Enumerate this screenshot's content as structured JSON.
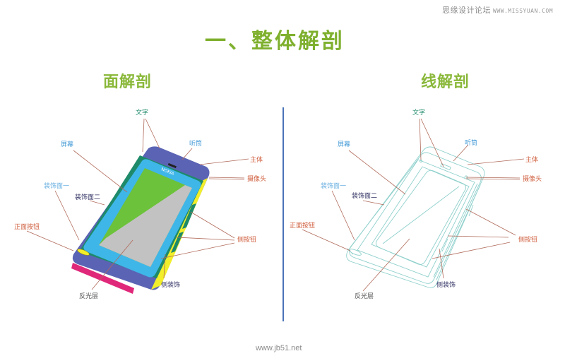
{
  "watermark_top": {
    "site_name": "思缘设计论坛",
    "url": "WWW.MISSYUAN.COM"
  },
  "title": "一、整体解剖",
  "left_panel": {
    "heading": "面解剖",
    "labels": {
      "text": "文字",
      "screen": "屏幕",
      "earpiece": "听筒",
      "body": "主体",
      "camera": "摄像头",
      "deco_one": "装饰面一",
      "deco_two": "装饰面二",
      "front_button": "正面按钮",
      "side_button": "侧按钮",
      "side_deco": "侧装饰",
      "reflective": "反光层"
    },
    "brand_text": "NOKIA"
  },
  "right_panel": {
    "heading": "线解剖",
    "labels": {
      "text": "文字",
      "screen": "屏幕",
      "earpiece": "听筒",
      "body": "主体",
      "camera": "摄像头",
      "deco_one": "装饰面一",
      "deco_two": "装饰面二",
      "front_button": "正面按钮",
      "side_button": "侧按钮",
      "side_deco": "侧装饰",
      "reflective": "反光层"
    }
  },
  "colors": {
    "title_green": "#7fb02e",
    "divider_blue": "#4a72b8",
    "phone_body": "#5b64b4",
    "phone_bezel": "#3fb6e8",
    "phone_frame": "#1e8a6a",
    "screen_green": "#6cc23a",
    "screen_gray": "#c2c2c2",
    "side_yellow": "#f2ee2a",
    "bottom_pink": "#e0287a",
    "line_art": "#8fd0cc",
    "leader_line": "#b06a5a"
  },
  "watermark_bottom": "www.jb51.net"
}
